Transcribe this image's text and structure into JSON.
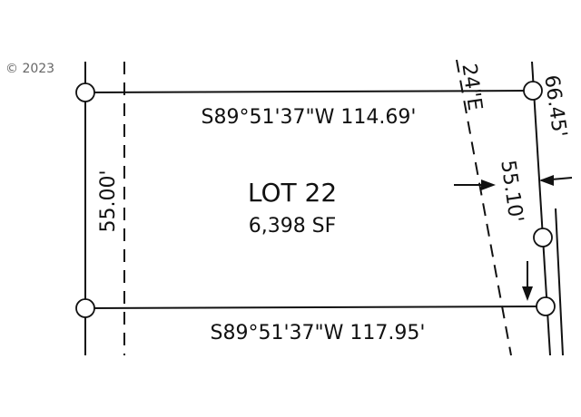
{
  "copyright": "© 2023",
  "lot": {
    "title": "LOT 22",
    "area": "6,398 SF"
  },
  "bearings": {
    "top": "S89°51'37\"W 114.69'",
    "bottom": "S89°51'37\"W 117.95'"
  },
  "dimensions": {
    "left_side": "55.00'",
    "right_side": "55.10'",
    "far_right": "66.45'",
    "partial_bearing": "24\"E"
  },
  "colors": {
    "ink": "#111111",
    "background": "#ffffff"
  }
}
